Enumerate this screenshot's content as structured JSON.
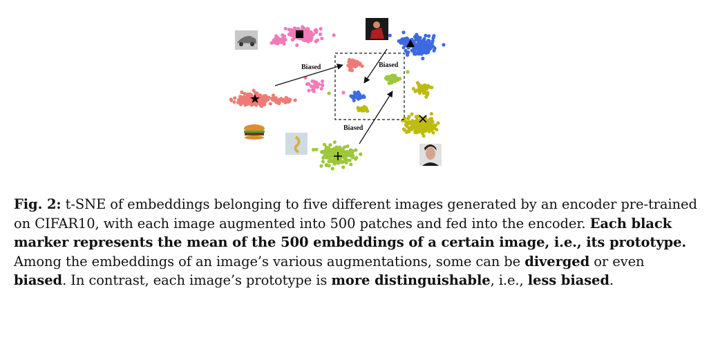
{
  "figure": {
    "annotations": [
      "Biased",
      "Biased",
      "Biased"
    ],
    "cluster_colors": {
      "pink": "#f27ab8",
      "blue": "#3d6ae0",
      "salmon": "#ee7b78",
      "yellow": "#bdbb10",
      "green": "#9cc83a"
    },
    "thumbnails": [
      "car-photo",
      "figure-photo",
      "burger-photo",
      "seahorse-photo",
      "portrait-photo"
    ],
    "markers": [
      "square",
      "triangle",
      "star",
      "cross",
      "plus"
    ]
  },
  "caption": {
    "label": "Fig. 2:",
    "p1": " t-SNE of embeddings belonging to five different images generated by an encoder pre-trained on CIFAR10, with each image augmented into 500 patches and fed into the encoder. ",
    "b1": "Each black marker represents the mean of the 500 embeddings of a certain image, i.e., its prototype.",
    "p2": " Among the embeddings of an image’s various augmentations, some can be ",
    "b2": "diverged",
    "p3": " or even ",
    "b3": "biased",
    "p4": ". In contrast, each image’s prototype is ",
    "b4": "more distinguishable",
    "p5": ", i.e., ",
    "b5": "less biased",
    "p6": "."
  }
}
